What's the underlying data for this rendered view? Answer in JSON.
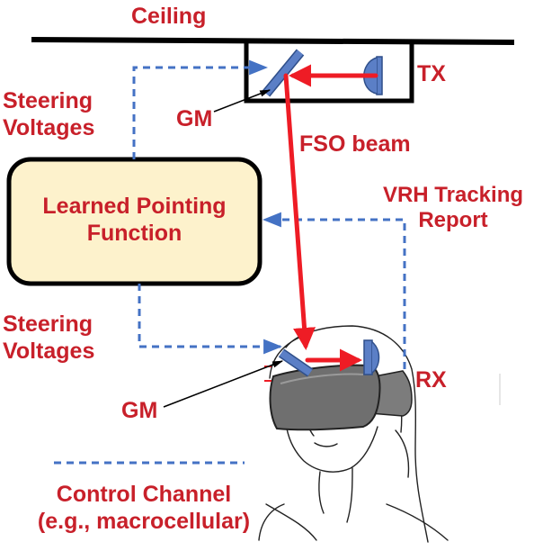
{
  "labels": {
    "ceiling": "Ceiling",
    "tx": "TX",
    "rx": "RX",
    "gm_top": "GM",
    "gm_bottom": "GM",
    "steering_voltages_top": [
      "Steering",
      "Voltages"
    ],
    "steering_voltages_bottom": [
      "Steering",
      "Voltages"
    ],
    "fso_beam": "FSO beam",
    "vrh_tracking_report": [
      "VRH Tracking",
      "Report"
    ],
    "learned_pointing_function": [
      "Learned Pointing",
      "Function"
    ],
    "control_channel": [
      "Control Channel",
      "(e.g., macrocellular)"
    ]
  },
  "colors": {
    "label_red": "#c8202a",
    "beam_red": "#ee1c25",
    "dashed_blue": "#4472c4",
    "mirror_blue": "#5b7fc6",
    "box_fill": "#fdf2cc",
    "headset_gray": "#6f6f6f"
  }
}
